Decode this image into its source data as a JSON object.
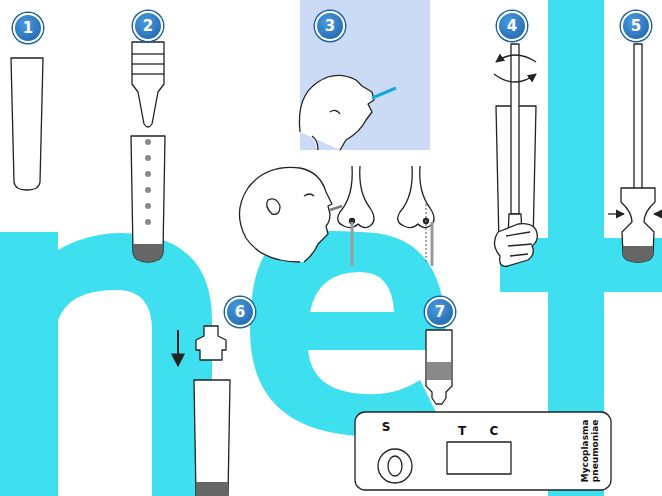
{
  "diagram": {
    "nodes": [
      {
        "text": [
          "1"
        ]
      },
      {
        "text": [
          "2"
        ]
      },
      {
        "text": [
          "3"
        ]
      },
      {
        "text": [
          "4"
        ]
      },
      {
        "text": [
          "5"
        ]
      },
      {
        "text": [
          "6"
        ]
      },
      {
        "text": [
          "7"
        ]
      }
    ],
    "labels": [
      "S",
      "T",
      "C",
      "Mycoplasma pneumoniae"
    ]
  }
}
